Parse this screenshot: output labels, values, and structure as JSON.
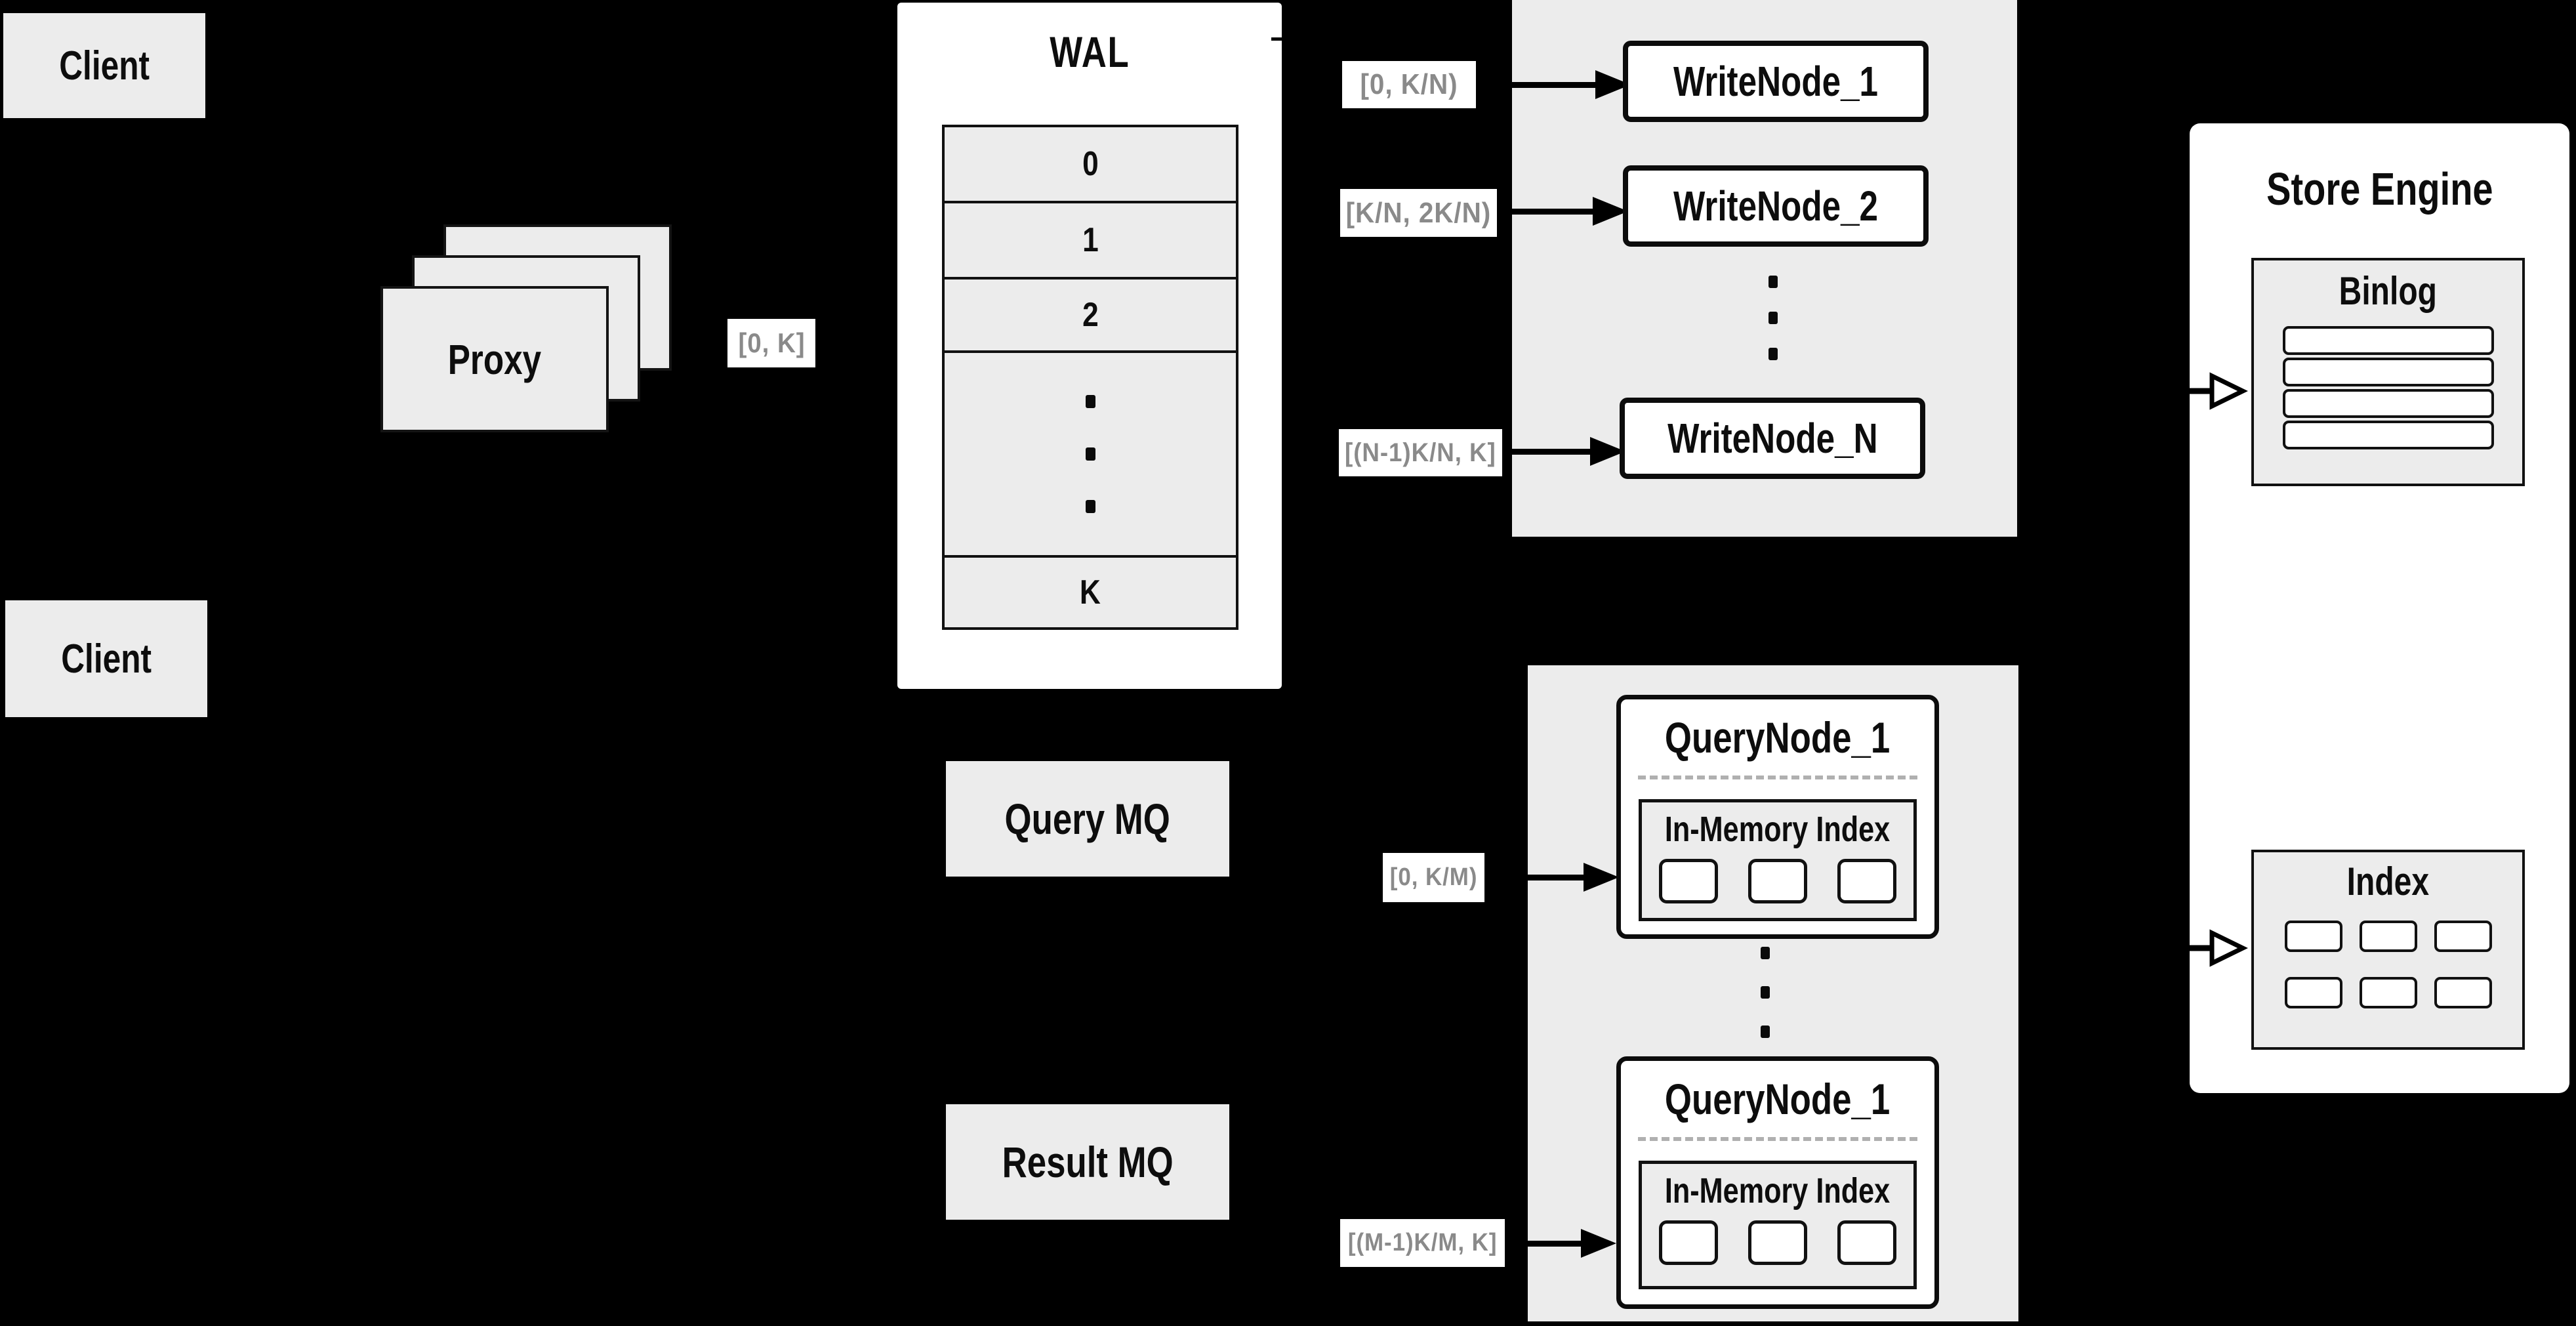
{
  "colors": {
    "background": "#000000",
    "panel_gray": "#ececec",
    "node_white": "#ffffff",
    "stroke_black": "#0c0c0c",
    "range_label_gray": "#8a8a8a",
    "dashed_divider": "#b0b0b0"
  },
  "clients": {
    "top": "Client",
    "bottom": "Client"
  },
  "proxy": {
    "label": "Proxy"
  },
  "edge_labels": {
    "proxy_out": "[0, K]",
    "write_1": "[0, K/N)",
    "write_2": "[K/N, 2K/N)",
    "write_n": "[(N-1)K/N, K]",
    "query_1": "[0, K/M)",
    "query_2": "[(M-1)K/M, K]"
  },
  "wal": {
    "title": "WAL",
    "rows": [
      "0",
      "1",
      "2"
    ],
    "last_row": "K"
  },
  "write_nodes": {
    "node_1": "WriteNode_1",
    "node_2": "WriteNode_2",
    "node_n": "WriteNode_N"
  },
  "mq": {
    "query": "Query MQ",
    "result": "Result MQ"
  },
  "query_nodes": {
    "first": {
      "title": "QueryNode_1",
      "inner_title": "In-Memory Index"
    },
    "second": {
      "title": "QueryNode_1",
      "inner_title": "In-Memory Index"
    }
  },
  "store_engine": {
    "title": "Store Engine",
    "binlog_title": "Binlog",
    "index_title": "Index"
  }
}
